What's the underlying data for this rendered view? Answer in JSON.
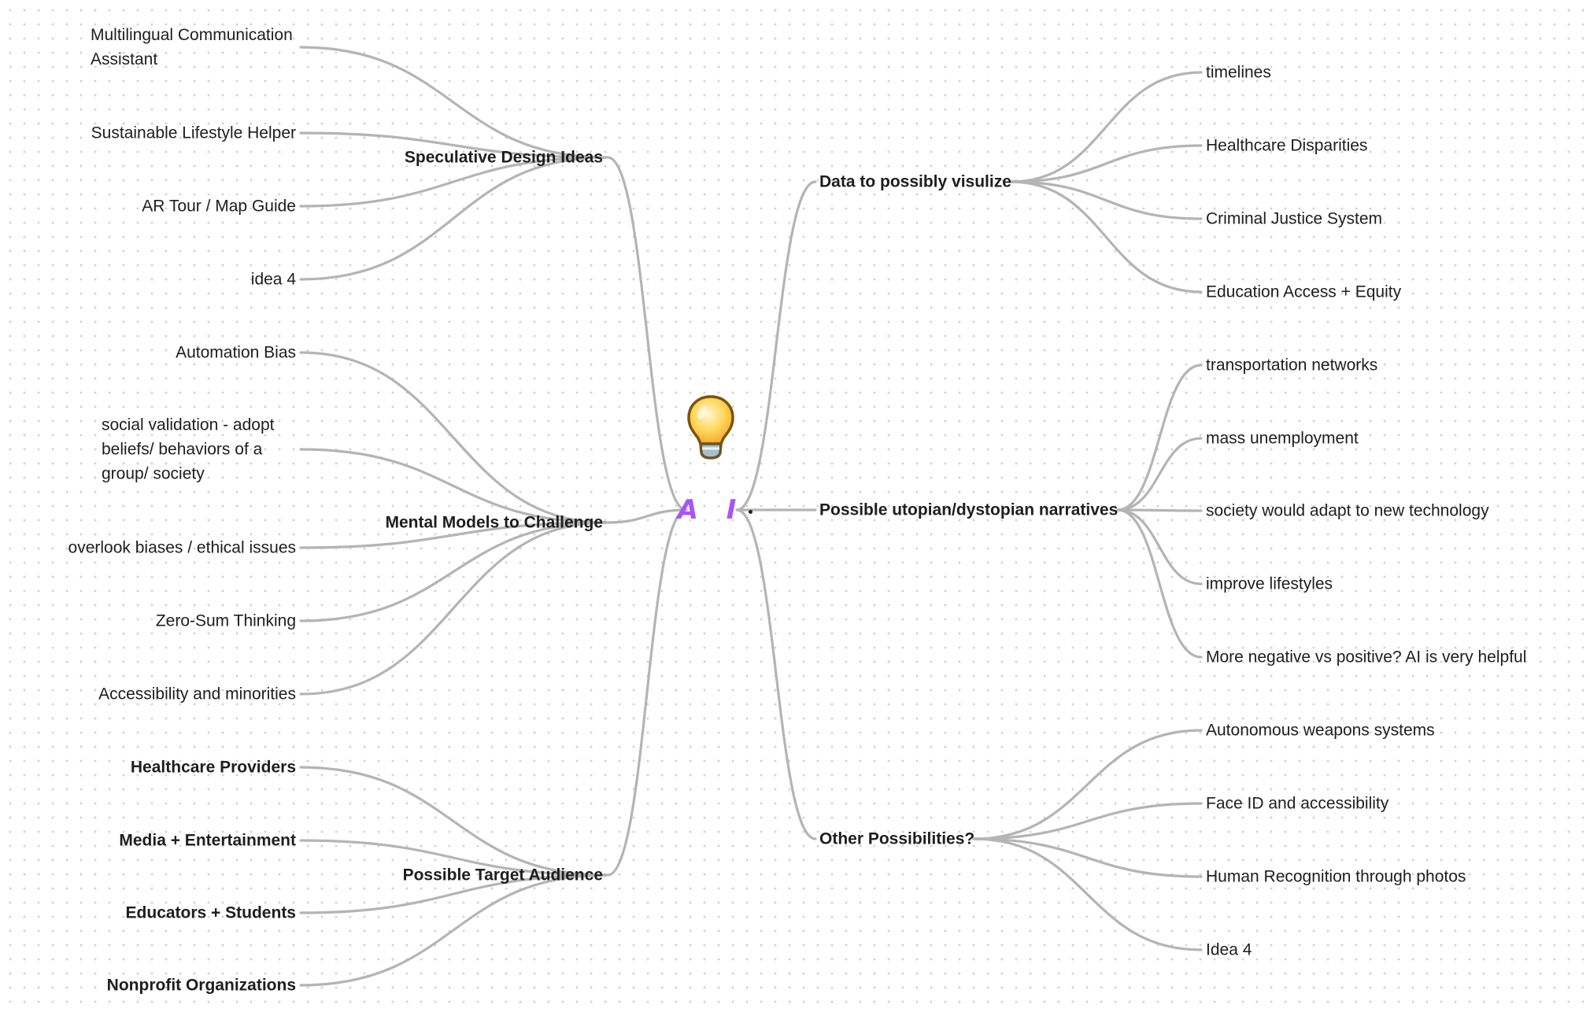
{
  "root": {
    "label": "A I",
    "icon": "lightbulb-icon",
    "accent_color": "#a855f7"
  },
  "connector_color": "#b4b4b4",
  "branches": [
    {
      "id": "speculative",
      "label": "Speculative Design Ideas",
      "side": "left",
      "bold": true,
      "children": [
        {
          "label": "Multilingual Communication Assistant",
          "bold": false
        },
        {
          "label": "Sustainable Lifestyle Helper",
          "bold": false
        },
        {
          "label": "AR Tour /  Map Guide",
          "bold": false
        },
        {
          "label": "idea 4",
          "bold": false
        }
      ]
    },
    {
      "id": "mental",
      "label": "Mental Models to Challenge",
      "side": "left",
      "bold": true,
      "children": [
        {
          "label": "Automation Bias",
          "bold": false
        },
        {
          "label": "social validation - adopt beliefs/ behaviors of a group/ society",
          "bold": false
        },
        {
          "label": "overlook biases / ethical issues",
          "bold": false
        },
        {
          "label": "Zero-Sum Thinking",
          "bold": false
        },
        {
          "label": "Accessibility and minorities",
          "bold": false
        }
      ]
    },
    {
      "id": "audience",
      "label": "Possible Target Audience",
      "side": "left",
      "bold": true,
      "children": [
        {
          "label": "Healthcare Providers",
          "bold": true
        },
        {
          "label": "Media + Entertainment",
          "bold": true
        },
        {
          "label": "Educators + Students",
          "bold": true
        },
        {
          "label": "Nonprofit Organizations",
          "bold": true
        }
      ]
    },
    {
      "id": "data",
      "label": "Data to possibly visulize",
      "side": "right",
      "bold": true,
      "children": [
        {
          "label": "timelines",
          "bold": false
        },
        {
          "label": "Healthcare Disparities",
          "bold": false
        },
        {
          "label": "Criminal Justice System",
          "bold": false
        },
        {
          "label": "Education Access + Equity",
          "bold": false
        }
      ]
    },
    {
      "id": "narratives",
      "label": "Possible utopian/dystopian narratives",
      "side": "right",
      "bold": true,
      "children": [
        {
          "label": "transportation networks",
          "bold": false
        },
        {
          "label": "mass unemployment",
          "bold": false
        },
        {
          "label": "society would adapt to new technology",
          "bold": false
        },
        {
          "label": "improve lifestyles",
          "bold": false
        },
        {
          "label": "More negative vs positive? AI is very helpful",
          "bold": false
        }
      ]
    },
    {
      "id": "other",
      "label": "Other Possibilities?",
      "side": "right",
      "bold": true,
      "children": [
        {
          "label": "Autonomous weapons systems",
          "bold": false
        },
        {
          "label": "Face ID and accessibility",
          "bold": false
        },
        {
          "label": "Human Recognition through photos",
          "bold": false
        },
        {
          "label": "Idea 4",
          "bold": false
        }
      ]
    }
  ]
}
